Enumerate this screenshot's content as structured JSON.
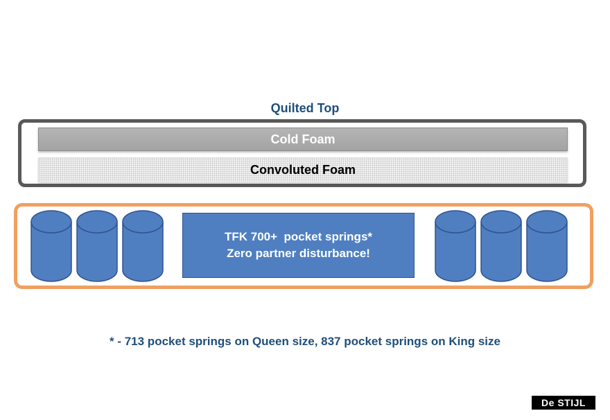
{
  "diagram": {
    "title": "Quilted Top",
    "layers": {
      "cold_foam": "Cold Foam",
      "convoluted_foam": "Convoluted Foam"
    },
    "springs": {
      "line1": "TFK 700+  pocket springs*",
      "line2": "Zero partner disturbance!"
    },
    "footnote": "* - 713 pocket springs on Queen size, 837 pocket springs on King size",
    "logo": "De STIJL"
  },
  "colors": {
    "title_text": "#1f4e79",
    "quilted_frame": "#595959",
    "cold_foam": "#a8a8a8",
    "spring_frame": "#f0a060",
    "spring_fill": "#4f7fc0",
    "spring_stroke": "#2f528f"
  },
  "icons": [
    "pocket-spring-icon"
  ]
}
